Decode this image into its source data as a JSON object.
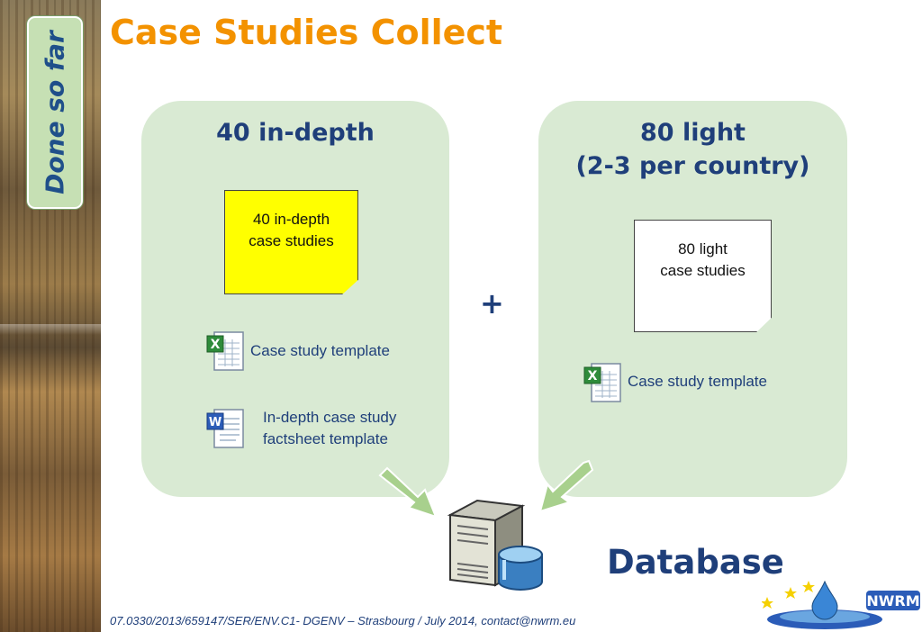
{
  "slide": {
    "title": "Case Studies Collect",
    "side_tab": "Done so far",
    "left_panel": {
      "heading": "40 in-depth",
      "note_text": [
        "40 in-depth",
        "case studies"
      ],
      "files": [
        {
          "icon": "excel-icon",
          "label": "Case study template"
        },
        {
          "icon": "word-icon",
          "label_lines": [
            "In-depth case study",
            "factsheet template"
          ]
        }
      ]
    },
    "right_panel": {
      "heading_lines": [
        "80 light",
        "(2-3 per country)"
      ],
      "note_text": [
        "80 light",
        "case studies"
      ],
      "files": [
        {
          "icon": "excel-icon",
          "label": "Case study template"
        }
      ]
    },
    "plus": "+",
    "database_label": "Database",
    "footer": "07.0330/2013/659147/SER/ENV.C1- DGENV – Strasbourg / July 2014, contact@nwrm.eu",
    "logo_text": "NWRM"
  },
  "colors": {
    "title": "#f39200",
    "panel": "#d9ead3",
    "heading": "#1f3f7a",
    "note_yellow": "#ffff00",
    "arrow": "#92c47d"
  }
}
